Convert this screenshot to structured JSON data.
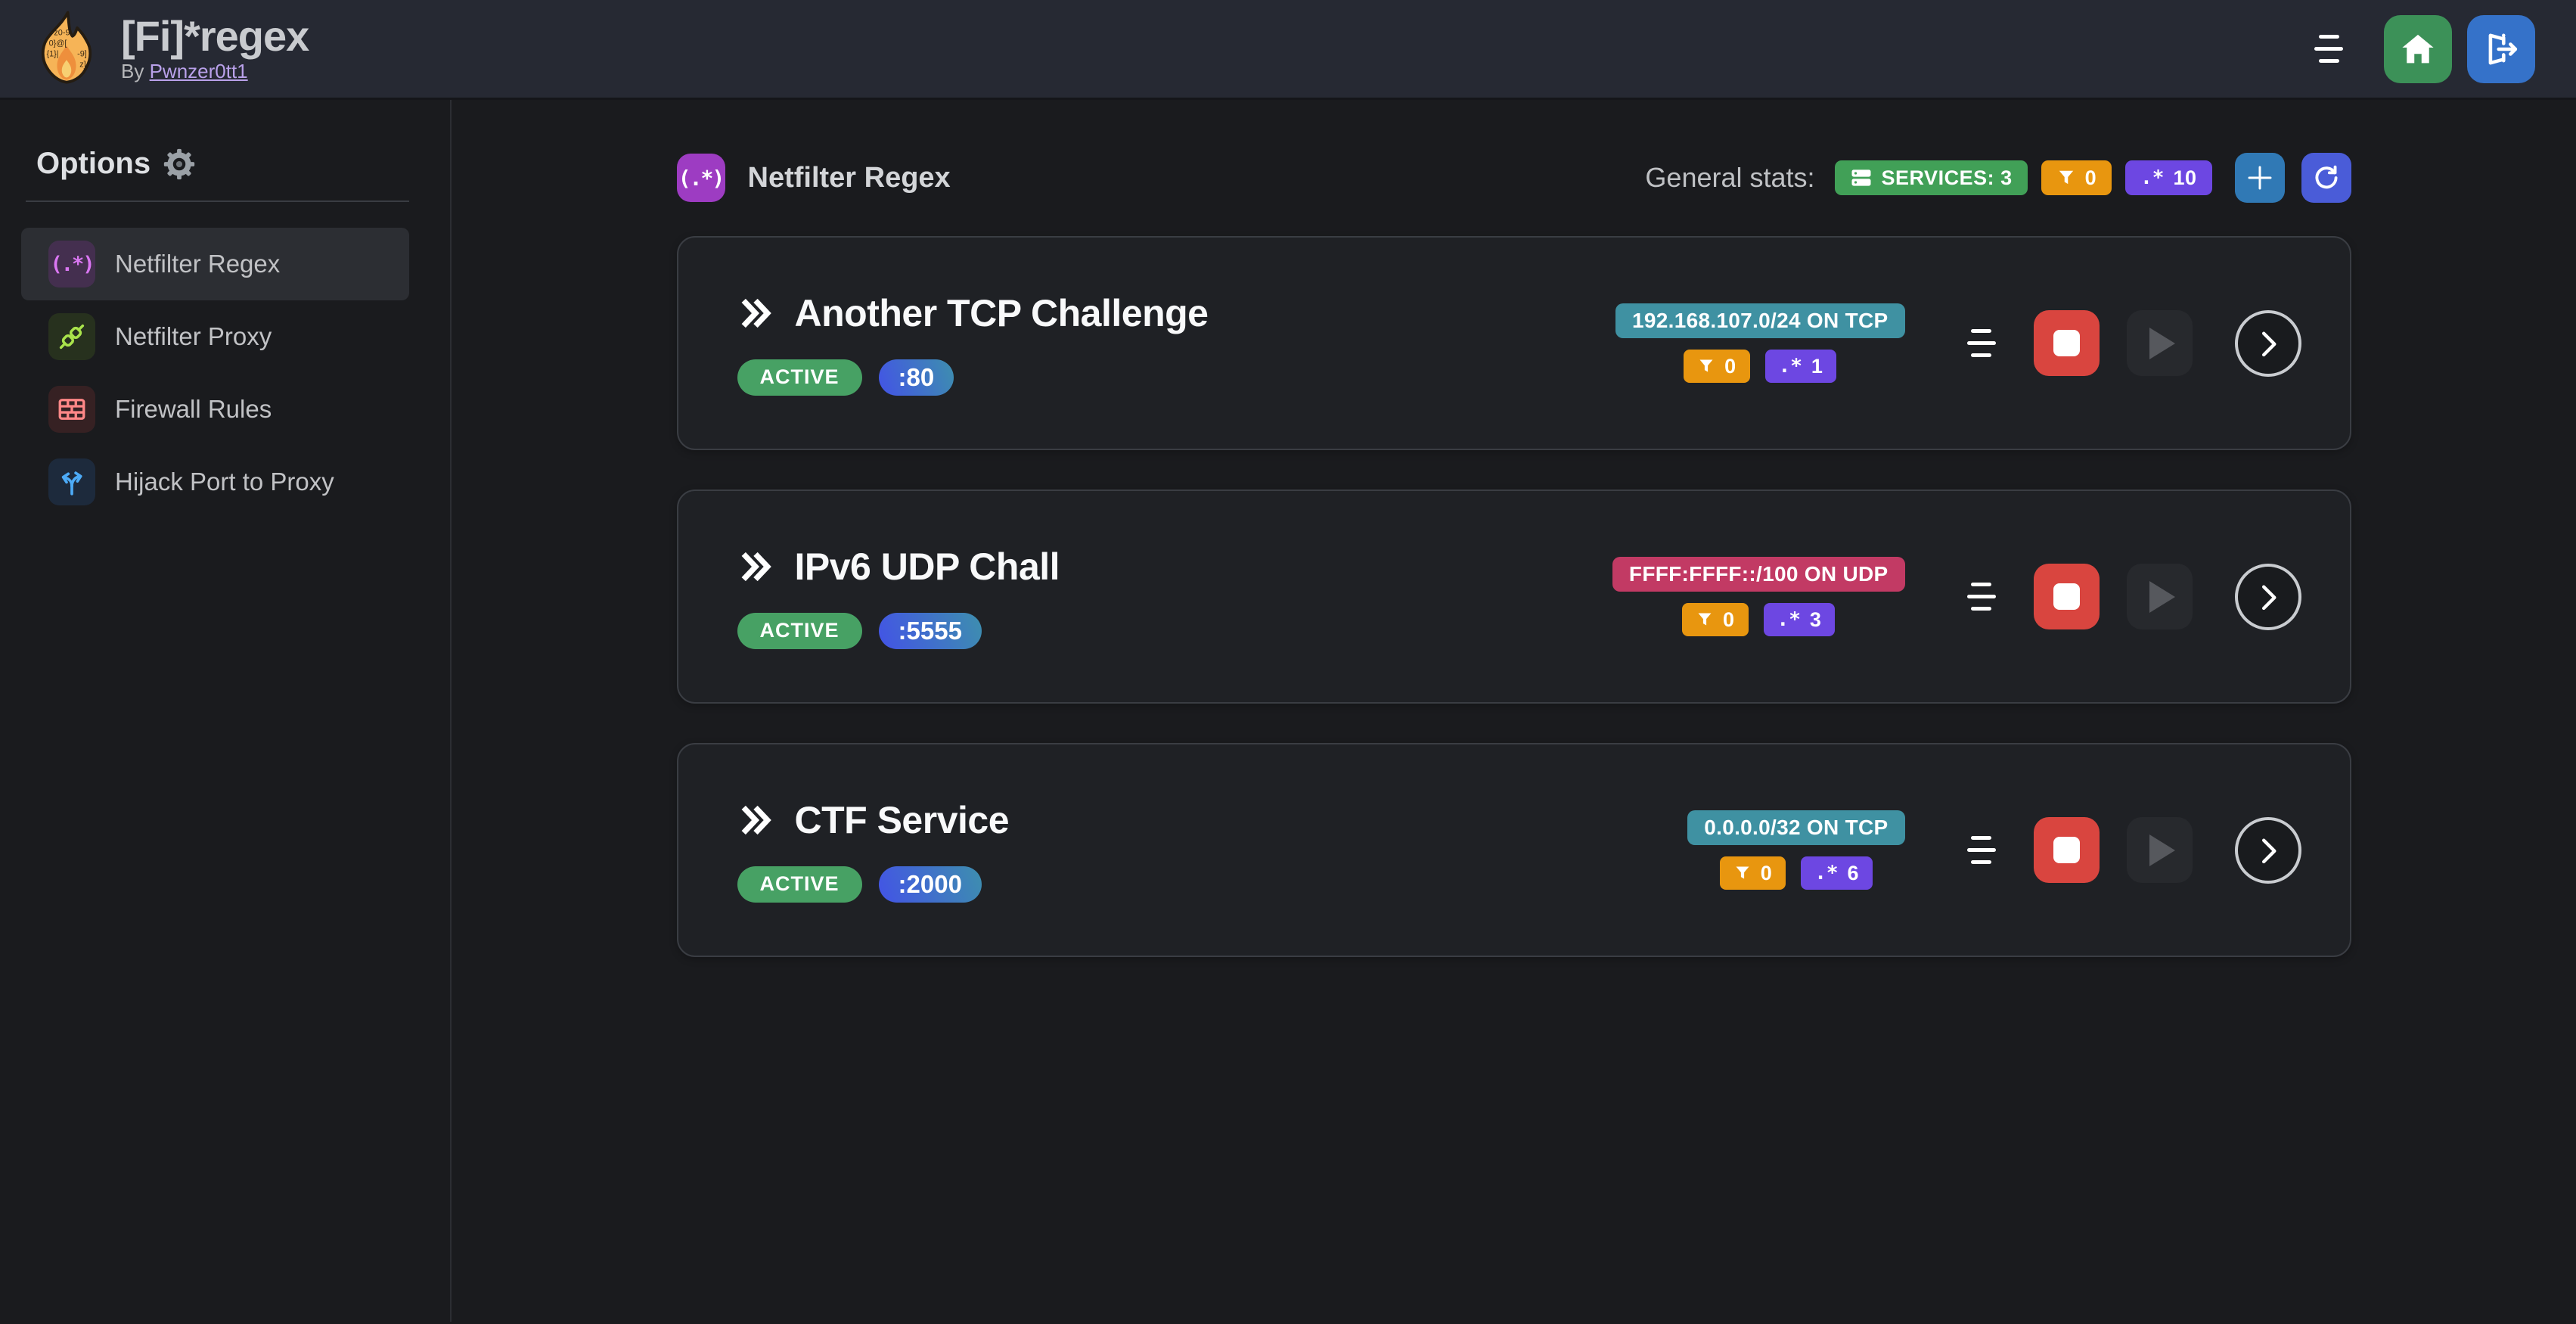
{
  "colors": {
    "page-bg": "#1a1b1e",
    "header-bg": "#262933",
    "card-bg": "#1f2125",
    "card-border": "#3a3d43",
    "text": "#c1c2c5",
    "title-text": "#c9cbcf",
    "card-title": "#f8f9fa",
    "green-badge": "#41a057",
    "active-green": "#47a164",
    "orange": "#e8960f",
    "violet": "#6d47e2",
    "teal": "#3f91a2",
    "pink": "#c23a64",
    "red": "#d9453f",
    "home-green": "#3c9158",
    "logout-blue": "#3572c9",
    "plus-blue": "#3079b5",
    "refresh-indigo": "#4a5cd8",
    "grape": "#9d3cc2",
    "gradient-from": "#4353e6",
    "gradient-to": "#3d8fae",
    "link-purple": "#b9a1ea",
    "sidebar-active": "#2c2e33"
  },
  "header": {
    "title": "[Fi]*regex",
    "byline_prefix": "By",
    "byline_link": "Pwnzer0tt1",
    "logo_glyphs": [
      "-z0-9",
      "0}@[",
      "{1}|",
      "-9]",
      "z]"
    ]
  },
  "sidebar": {
    "heading": "Options",
    "items": [
      {
        "label": "Netfilter Regex",
        "icon_text": "(.*)"
      },
      {
        "label": "Netfilter Proxy"
      },
      {
        "label": "Firewall Rules"
      },
      {
        "label": "Hijack Port to Proxy"
      }
    ]
  },
  "main": {
    "icon_text": "(.*)",
    "section_title": "Netfilter Regex",
    "stats_label": "General stats:",
    "services_badge": "SERVICES: 3",
    "filter_count": "0",
    "regex_glyph": ".*",
    "regex_count": "10",
    "services": [
      {
        "name": "Another TCP Challenge",
        "status": "ACTIVE",
        "port": ":80",
        "address": "192.168.107.0/24 ON TCP",
        "address_color": "teal",
        "filter_count": "0",
        "regex_glyph": ".*",
        "regex_count": "1"
      },
      {
        "name": "IPv6 UDP Chall",
        "status": "ACTIVE",
        "port": ":5555",
        "address": "FFFF:FFFF::/100 ON UDP",
        "address_color": "pink",
        "filter_count": "0",
        "regex_glyph": ".*",
        "regex_count": "3"
      },
      {
        "name": "CTF Service",
        "status": "ACTIVE",
        "port": ":2000",
        "address": "0.0.0.0/32 ON TCP",
        "address_color": "teal",
        "filter_count": "0",
        "regex_glyph": ".*",
        "regex_count": "6"
      }
    ]
  }
}
